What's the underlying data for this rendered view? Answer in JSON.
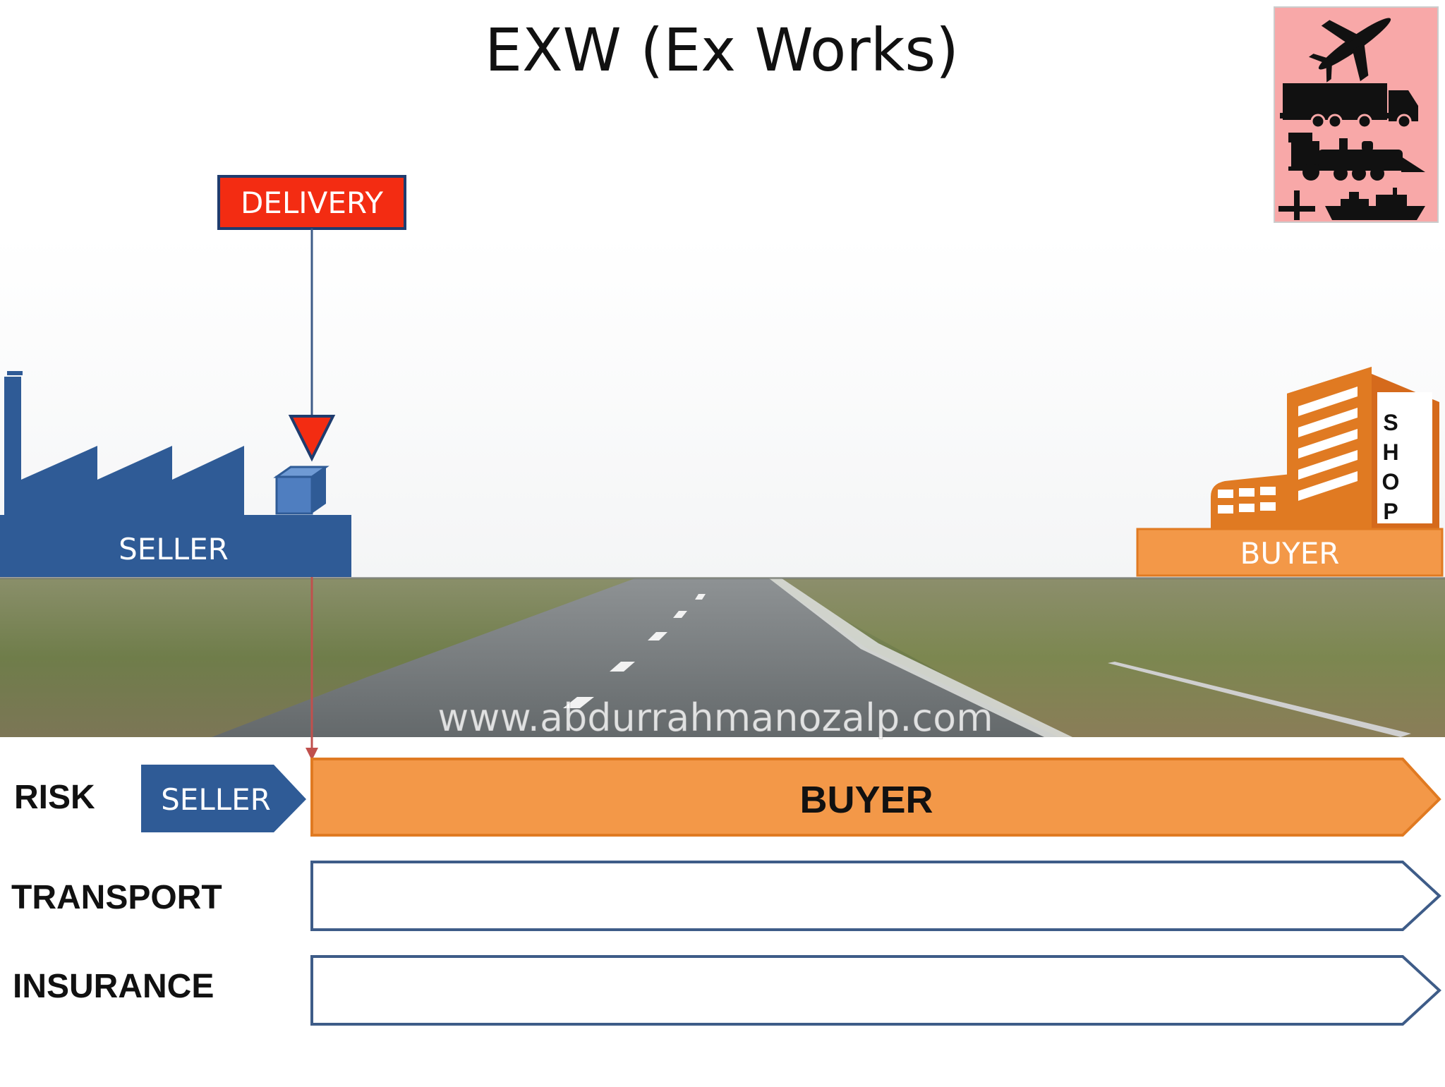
{
  "title": "EXW (Ex Works)",
  "delivery_label": "DELIVERY",
  "seller_label": "SELLER",
  "buyer_label": "BUYER",
  "shop_letters": [
    "S",
    "H",
    "O",
    "P"
  ],
  "watermark": "www.abdurrahmanozalp.com",
  "rows": {
    "risk": {
      "label": "RISK",
      "seller": "SELLER",
      "buyer": "BUYER"
    },
    "transport": {
      "label": "TRANSPORT"
    },
    "insurance": {
      "label": "INSURANCE"
    }
  },
  "colors": {
    "seller_blue": "#2f5b96",
    "seller_blue_dark": "#264c80",
    "buyer_orange": "#f39848",
    "buyer_orange_border": "#e07a22",
    "delivery_red": "#f32c12",
    "outline_blue": "#3e5c88",
    "mode_box_pink": "#f8a8a8"
  },
  "transport_icons": [
    "airplane-icon",
    "truck-icon",
    "train-icon",
    "plus-icon",
    "ship-icon"
  ]
}
